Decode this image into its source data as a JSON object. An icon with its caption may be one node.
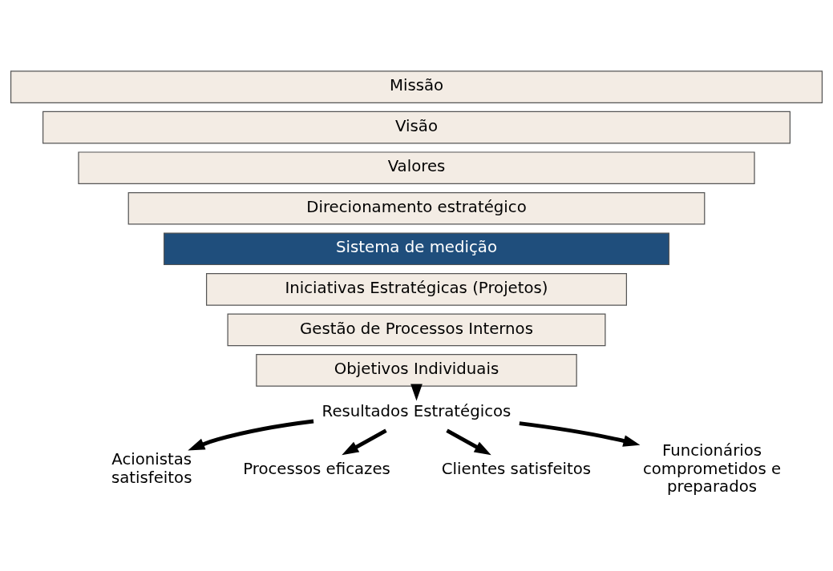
{
  "diagram": {
    "nodes": [
      {
        "text": [
          "Missão"
        ]
      },
      {
        "text": [
          "Visão"
        ]
      },
      {
        "text": [
          "Valores"
        ]
      },
      {
        "text": [
          "Direcionamento estratégico"
        ]
      },
      {
        "text": [
          "Sistema de medição"
        ]
      },
      {
        "text": [
          "Iniciativas Estratégicas (Projetos)"
        ]
      },
      {
        "text": [
          "Gestão de Processos Internos"
        ]
      },
      {
        "text": [
          "Objetivos Individuais"
        ]
      },
      {
        "text": [
          "Resultados Estratégicos"
        ]
      },
      {
        "text": [
          "Acionistas satisfeitos"
        ]
      },
      {
        "text": [
          "Processos eficazes"
        ]
      },
      {
        "text": [
          "Clientes satisfeitos"
        ]
      },
      {
        "text": [
          "Funcionários comprometidos e preparados"
        ]
      }
    ],
    "edges": [
      {
        "from": 7,
        "to": 8,
        "arrow": "to"
      },
      {
        "from": 8,
        "to": 9,
        "arrow": "to"
      },
      {
        "from": 8,
        "to": 10,
        "arrow": "to"
      },
      {
        "from": 8,
        "to": 11,
        "arrow": "to"
      },
      {
        "from": 8,
        "to": 12,
        "arrow": "to"
      }
    ]
  }
}
